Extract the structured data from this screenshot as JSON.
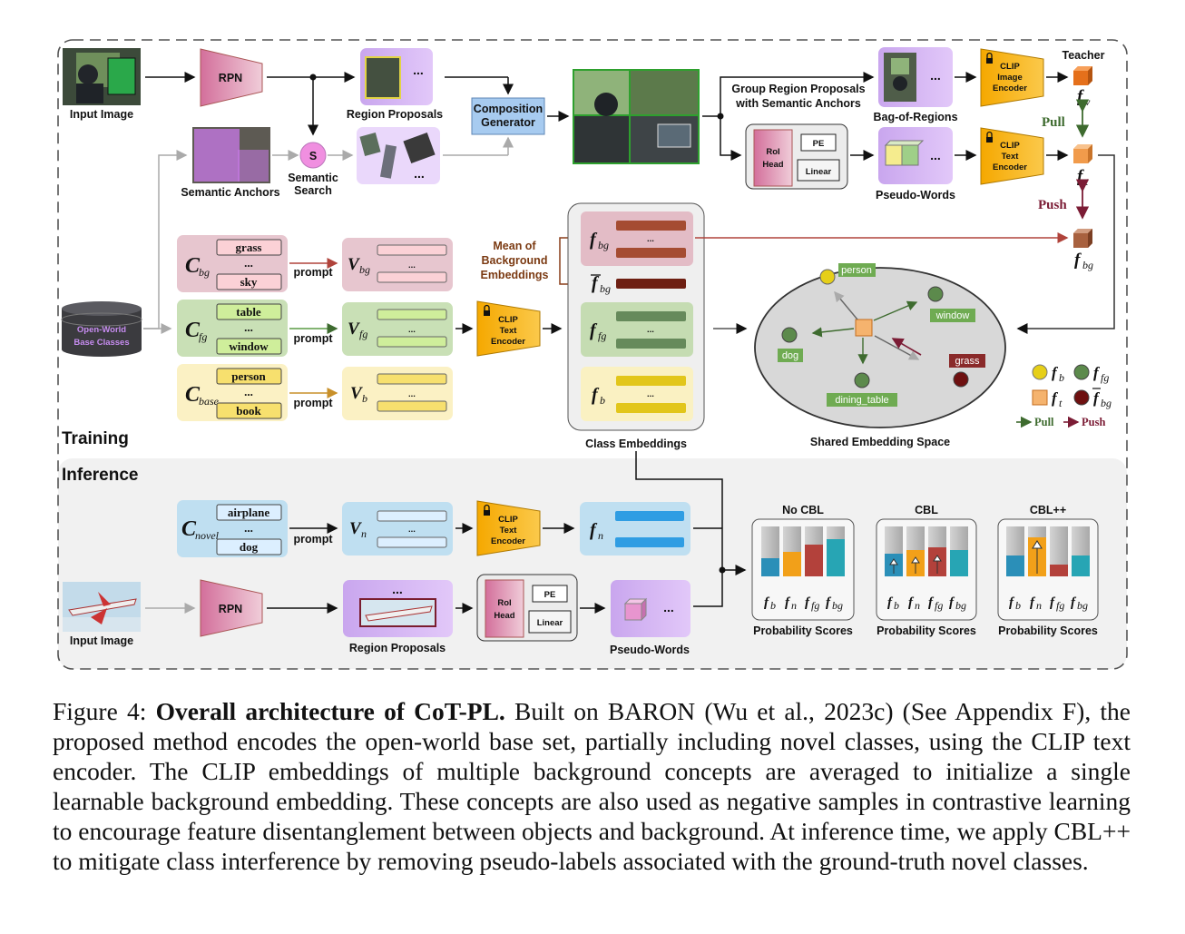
{
  "figure": {
    "sections": {
      "training": "Training",
      "inference": "Inference"
    },
    "training": {
      "input_image": "Input Image",
      "rpn": "RPN",
      "region_proposals": "Region Proposals",
      "semantic_anchors": "Semantic Anchors",
      "semantic_search_symbol": "S",
      "semantic_search": [
        "Semantic",
        "Search"
      ],
      "composition_generator": [
        "Composition",
        "Generator"
      ],
      "group_label": [
        "Group Region Proposals",
        "with Semantic Anchors"
      ],
      "bag_of_regions": "Bag-of-Regions",
      "pseudo_words": "Pseudo-Words",
      "roi_head": [
        "RoI",
        "Head"
      ],
      "pe": "PE",
      "linear": "Linear",
      "clip_image_encoder": [
        "CLIP",
        "Image",
        "Encoder"
      ],
      "clip_text_encoder": [
        "CLIP",
        "Text",
        "Encoder"
      ],
      "teacher": "Teacher",
      "pull": "Pull",
      "push": "Push",
      "open_world": [
        "Open-World",
        "Base Classes"
      ],
      "c_bg_words": [
        "grass",
        "...",
        "sky"
      ],
      "c_fg_words": [
        "table",
        "...",
        "window"
      ],
      "c_base_words": [
        "person",
        "...",
        "book"
      ],
      "prompt": "prompt",
      "mean_bg": [
        "Mean of",
        "Background",
        "Embeddings"
      ],
      "class_embeddings": "Class Embeddings",
      "shared_space": "Shared Embedding Space",
      "space_labels": [
        "person",
        "window",
        "dog",
        "dining_table",
        "grass"
      ],
      "legend_pull": "Pull",
      "legend_push": "Push"
    },
    "inference": {
      "c_novel_words": [
        "airplane",
        "...",
        "dog"
      ],
      "prompt": "prompt",
      "input_image": "Input Image",
      "rpn": "RPN",
      "region_proposals": "Region Proposals",
      "roi_head": [
        "RoI",
        "Head"
      ],
      "pe": "PE",
      "linear": "Linear",
      "pseudo_words": "Pseudo-Words",
      "clip_text_encoder": [
        "CLIP",
        "Text",
        "Encoder"
      ],
      "cbl_titles": [
        "No CBL",
        "CBL",
        "CBL++"
      ],
      "probability_scores": "Probability Scores"
    },
    "colors": {
      "bg_pink": "#e7c6cf",
      "fg_green": "#c9e0b6",
      "base_yellow": "#fbf1c4",
      "novel_blue": "#bfdff1",
      "purple": "#d8b4f6",
      "clip_orange": "#f7b21a",
      "rpn_pink": "#d97fa5",
      "pull_green": "#3e6b2f",
      "push_red": "#7b1c35"
    }
  },
  "caption": {
    "prefix": "Figure 4: ",
    "title": "Overall architecture of CoT-PL.",
    "body": " Built on BARON (Wu et al., 2023c) (See Appendix F), the proposed method encodes the open-world base set, partially including novel classes, using the CLIP text encoder. The CLIP embeddings of multiple background concepts are averaged to initialize a single learnable background embedding.  These concepts are also used as negative samples in contrastive learning to encourage feature disentanglement between objects and background.  At inference time, we apply CBL++ to mitigate class interference by removing pseudo-labels associated with the ground-truth novel classes."
  }
}
